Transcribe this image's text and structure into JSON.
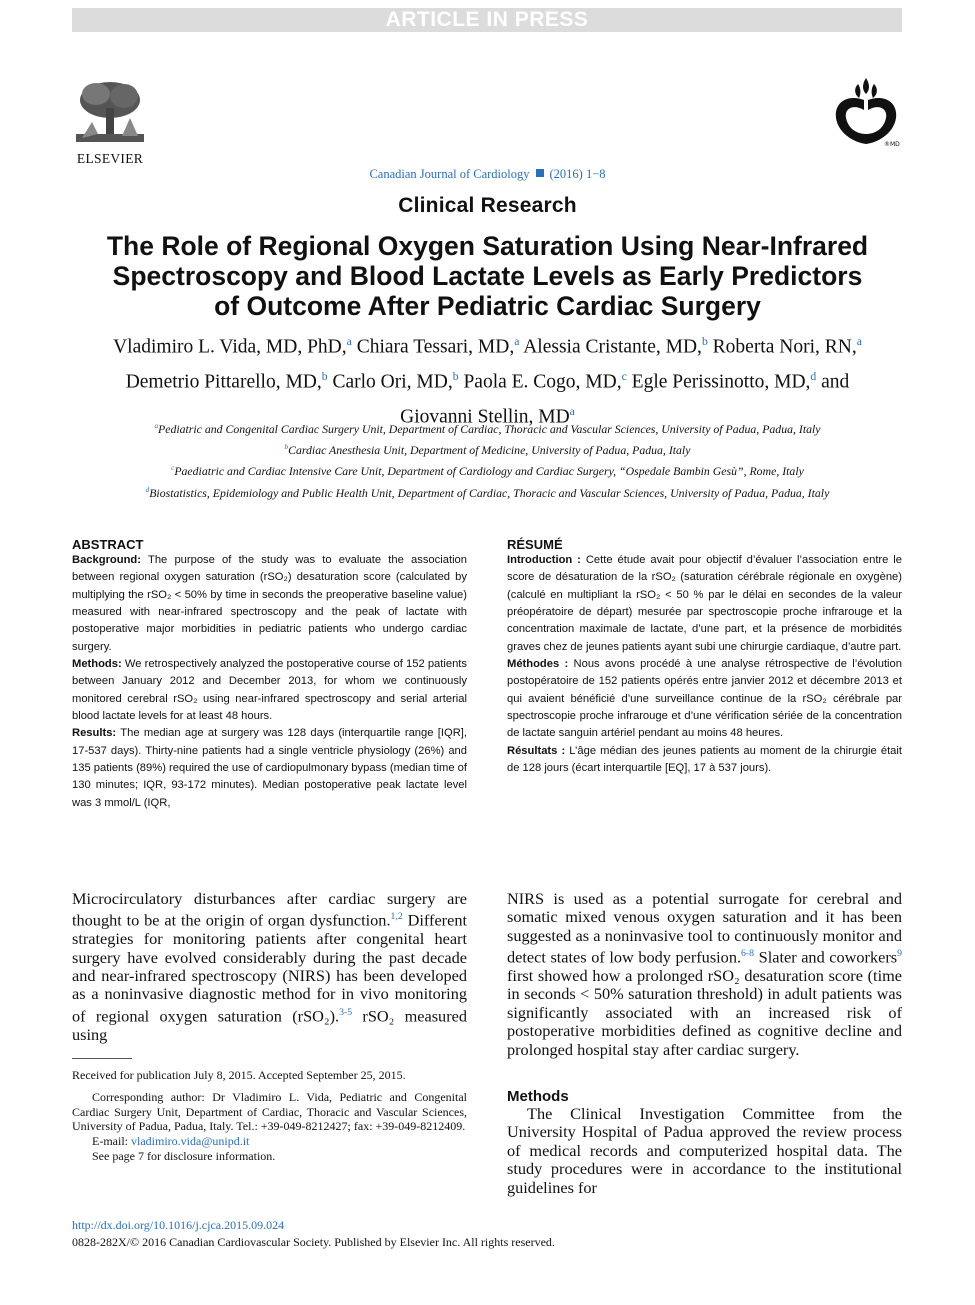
{
  "banner": "ARTICLE IN PRESS",
  "publisher": "ELSEVIER",
  "journal": {
    "name": "Canadian Journal of Cardiology",
    "issue": "(2016) 1−8"
  },
  "section": "Clinical Research",
  "title_lines": [
    "The Role of Regional Oxygen Saturation Using Near-Infrared",
    "Spectroscopy and Blood Lactate Levels as Early Predictors",
    "of Outcome After Pediatric Cardiac Surgery"
  ],
  "authors": {
    "line1": [
      [
        "Vladimiro L. Vida, MD, PhD,",
        "a"
      ],
      [
        "Chiara Tessari, MD,",
        "a"
      ],
      [
        "Alessia Cristante, MD,",
        "b"
      ],
      [
        "Roberta Nori, RN,",
        "a"
      ]
    ],
    "line2": [
      [
        "Demetrio Pittarello, MD,",
        "b"
      ],
      [
        "Carlo Ori, MD,",
        "b"
      ],
      [
        "Paola E. Cogo, MD,",
        "c"
      ],
      [
        "Egle Perissinotto, MD,",
        "d"
      ],
      [
        "and",
        ""
      ]
    ],
    "line3": [
      [
        "Giovanni Stellin, MD",
        "a"
      ]
    ]
  },
  "affiliations": [
    {
      "sup": "a",
      "text": "Pediatric and Congenital Cardiac Surgery Unit, Department of Cardiac, Thoracic and Vascular Sciences, University of Padua, Padua, Italy"
    },
    {
      "sup": "b",
      "text": "Cardiac Anesthesia Unit, Department of Medicine, University of Padua, Padua, Italy"
    },
    {
      "sup": "c",
      "text": "Paediatric and Cardiac Intensive Care Unit, Department of Cardiology and Cardiac Surgery, “Ospedale Bambin Gesù”, Rome, Italy"
    },
    {
      "sup": "d",
      "text": "Biostatistics, Epidemiology and Public Health Unit, Department of Cardiac, Thoracic and Vascular Sciences, University of Padua, Padua, Italy"
    }
  ],
  "abstract": {
    "heading": "ABSTRACT",
    "bg_label": "Background:",
    "bg_text": "The purpose of the study was to evaluate the association between regional oxygen saturation (rSO₂) desaturation score (calculated by multiplying the rSO₂ < 50% by time in seconds the preoperative baseline value) measured with near-infrared spectroscopy and the peak of lactate with postoperative major morbidities in pediatric patients who undergo cardiac surgery.",
    "methods_label": "Methods:",
    "methods_text": "We retrospectively analyzed the postoperative course of 152 patients between January 2012 and December 2013, for whom we continuously monitored cerebral rSO₂ using near-infrared spectroscopy and serial arterial blood lactate levels for at least 48 hours.",
    "results_label": "Results:",
    "results_text": "The median age at surgery was 128 days (interquartile range [IQR], 17-537 days). Thirty-nine patients had a single ventricle physiology (26%) and 135 patients (89%) required the use of cardiopulmonary bypass (median time of 130 minutes; IQR, 93-172 minutes). Median postoperative peak lactate level was 3 mmol/L (IQR,"
  },
  "resume": {
    "heading": "RÉSUMÉ",
    "intro_label": "Introduction :",
    "intro_text": "Cette étude avait pour objectif d’évaluer l’association entre le score de désaturation de la rSO₂ (saturation cérébrale régionale en oxygène) (calculé en multipliant la rSO₂ < 50 % par le délai en secondes de la valeur préopératoire de départ) mesurée par spectroscopie proche infrarouge et la concentration maximale de lactate, d’une part, et la présence de morbidités graves chez de jeunes patients ayant subi une chirurgie cardiaque, d’autre part.",
    "methods_label": "Méthodes :",
    "methods_text": "Nous avons procédé à une analyse rétrospective de l’évolution postopératoire de 152 patients opérés entre janvier 2012 et décembre 2013 et qui avaient bénéficié d’une surveillance continue de la rSO₂ cérébrale par spectroscopie proche infrarouge et d’une vérification sériée de la concentration de lactate sanguin artériel pendant au moins 48 heures.",
    "results_label": "Résultats :",
    "results_text": "L’âge médian des jeunes patients au moment de la chirurgie était de 128 jours (écart interquartile [EQ], 17 à 537 jours)."
  },
  "body_left": {
    "p1": "Microcirculatory disturbances after cardiac surgery are thought to be at the origin of organ dysfunction.",
    "p1_ref": "1,2",
    "p2": " Different strategies for monitoring patients after congenital heart surgery have evolved considerably during the past decade and near-infrared spectroscopy (NIRS) has been developed as a noninvasive diagnostic method for in vivo monitoring of regional oxygen saturation (rSO₂).",
    "p2_ref": "3-5",
    "p3": " rSO₂ measured using"
  },
  "body_right": {
    "p1": "NIRS is used as a potential surrogate for cerebral and somatic mixed venous oxygen saturation and it has been suggested as a noninvasive tool to continuously monitor and detect states of low body perfusion.",
    "p1_ref": "6-8",
    "p2": " Slater and coworkers",
    "p2_ref": "9",
    "p3": " first showed how a prolonged rSO₂ desaturation score (time in seconds < 50% saturation threshold) in adult patients was significantly associated with an increased risk of postoperative morbidities defined as cognitive decline and prolonged hospital stay after cardiac surgery."
  },
  "methods": {
    "heading": "Methods",
    "text": "The Clinical Investigation Committee from the University Hospital of Padua approved the review process of medical records and computerized hospital data. The study procedures were in accordance to the institutional guidelines for"
  },
  "footnotes": {
    "received": "Received for publication July 8, 2015. Accepted September 25, 2015.",
    "corresponding": "Corresponding author: Dr Vladimiro L. Vida, Pediatric and Congenital Cardiac Surgery Unit, Department of Cardiac, Thoracic and Vascular Sciences, University of Padua, Padua, Italy. Tel.: +39-049-8212427; fax: +39-049-8212409.",
    "email_label": "E-mail:",
    "email": "vladimiro.vida@unipd.it",
    "disclosure": "See page 7 for disclosure information."
  },
  "doi": "http://dx.doi.org/10.1016/j.cjca.2015.09.024",
  "copyright": "0828-282X/© 2016 Canadian Cardiovascular Society. Published by Elsevier Inc. All rights reserved.",
  "colors": {
    "link": "#2a6fb5",
    "banner": "#dcdcdc"
  }
}
